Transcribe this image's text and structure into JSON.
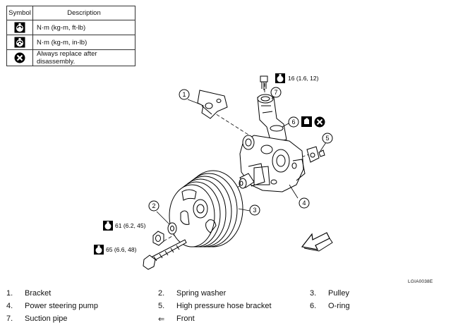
{
  "symbol_table": {
    "header_symbol": "Symbol",
    "header_description": "Description",
    "rows": [
      {
        "icon": "torque-wrench-icon",
        "description": "N·m (kg-m, ft-lb)"
      },
      {
        "icon": "torque-wrench-small-icon",
        "description": "N·m (kg-m, in-lb)"
      },
      {
        "icon": "always-replace-icon",
        "description": "Always replace after disassembly."
      }
    ]
  },
  "callouts": {
    "c1": "1",
    "c2": "2",
    "c3": "3",
    "c4": "4",
    "c5": "5",
    "c6": "6",
    "c7": "7"
  },
  "torques": {
    "bolt_top": "16 (1.6, 12)",
    "nut": "61 (6.2, 45)",
    "bolt_long": "65 (6.6, 48)"
  },
  "figure_code": "LGIA0038E",
  "legend": [
    {
      "num": "1.",
      "label": "Bracket"
    },
    {
      "num": "2.",
      "label": "Spring washer"
    },
    {
      "num": "3.",
      "label": "Pulley"
    },
    {
      "num": "4.",
      "label": "Power steering pump"
    },
    {
      "num": "5.",
      "label": "High pressure hose bracket"
    },
    {
      "num": "6.",
      "label": "O-ring"
    },
    {
      "num": "7.",
      "label": "Suction pipe"
    },
    {
      "num": "⇐",
      "label": "Front"
    }
  ]
}
